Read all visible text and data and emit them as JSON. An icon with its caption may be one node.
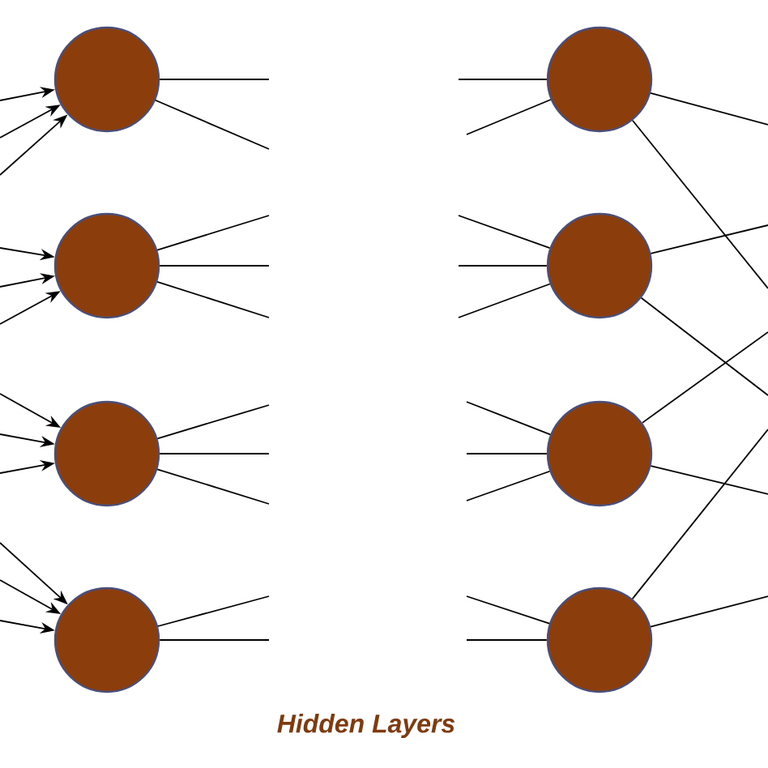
{
  "diagram": {
    "nodes": [
      {
        "text": [],
        "shape": "circle"
      },
      {
        "text": [],
        "shape": "circle"
      },
      {
        "text": [],
        "shape": "circle"
      },
      {
        "text": [],
        "shape": "circle"
      },
      {
        "text": [],
        "shape": "circle"
      },
      {
        "text": [],
        "shape": "circle"
      },
      {
        "text": [],
        "shape": "circle"
      },
      {
        "text": [],
        "shape": "circle"
      }
    ],
    "edges": [
      {
        "from": null,
        "to": 0,
        "arrow": "to"
      },
      {
        "from": null,
        "to": 0,
        "arrow": "to"
      },
      {
        "from": null,
        "to": 0,
        "arrow": "to"
      },
      {
        "from": null,
        "to": 1,
        "arrow": "to"
      },
      {
        "from": null,
        "to": 1,
        "arrow": "to"
      },
      {
        "from": null,
        "to": 1,
        "arrow": "to"
      },
      {
        "from": null,
        "to": 2,
        "arrow": "to"
      },
      {
        "from": null,
        "to": 2,
        "arrow": "to"
      },
      {
        "from": null,
        "to": 2,
        "arrow": "to"
      },
      {
        "from": null,
        "to": 3,
        "arrow": "to"
      },
      {
        "from": null,
        "to": 3,
        "arrow": "to"
      },
      {
        "from": null,
        "to": 3,
        "arrow": "to"
      },
      {
        "from": 0,
        "to": null,
        "arrow": "none"
      },
      {
        "from": 0,
        "to": null,
        "arrow": "none"
      },
      {
        "from": 1,
        "to": null,
        "arrow": "none"
      },
      {
        "from": 1,
        "to": null,
        "arrow": "none"
      },
      {
        "from": 1,
        "to": null,
        "arrow": "none"
      },
      {
        "from": 2,
        "to": null,
        "arrow": "none"
      },
      {
        "from": 2,
        "to": null,
        "arrow": "none"
      },
      {
        "from": 2,
        "to": null,
        "arrow": "none"
      },
      {
        "from": 3,
        "to": null,
        "arrow": "none"
      },
      {
        "from": 3,
        "to": null,
        "arrow": "none"
      },
      {
        "from": null,
        "to": 4,
        "arrow": "none"
      },
      {
        "from": null,
        "to": 4,
        "arrow": "none"
      },
      {
        "from": null,
        "to": 5,
        "arrow": "none"
      },
      {
        "from": null,
        "to": 5,
        "arrow": "none"
      },
      {
        "from": null,
        "to": 5,
        "arrow": "none"
      },
      {
        "from": null,
        "to": 6,
        "arrow": "none"
      },
      {
        "from": null,
        "to": 6,
        "arrow": "none"
      },
      {
        "from": null,
        "to": 6,
        "arrow": "none"
      },
      {
        "from": null,
        "to": 7,
        "arrow": "none"
      },
      {
        "from": null,
        "to": 7,
        "arrow": "none"
      },
      {
        "from": 4,
        "to": null,
        "arrow": "none"
      },
      {
        "from": 4,
        "to": null,
        "arrow": "none"
      },
      {
        "from": 5,
        "to": null,
        "arrow": "none"
      },
      {
        "from": 5,
        "to": null,
        "arrow": "none"
      },
      {
        "from": 6,
        "to": null,
        "arrow": "none"
      },
      {
        "from": 6,
        "to": null,
        "arrow": "none"
      },
      {
        "from": 7,
        "to": null,
        "arrow": "none"
      },
      {
        "from": 7,
        "to": null,
        "arrow": "none"
      }
    ],
    "labels": [
      "Hidden Layers"
    ]
  }
}
